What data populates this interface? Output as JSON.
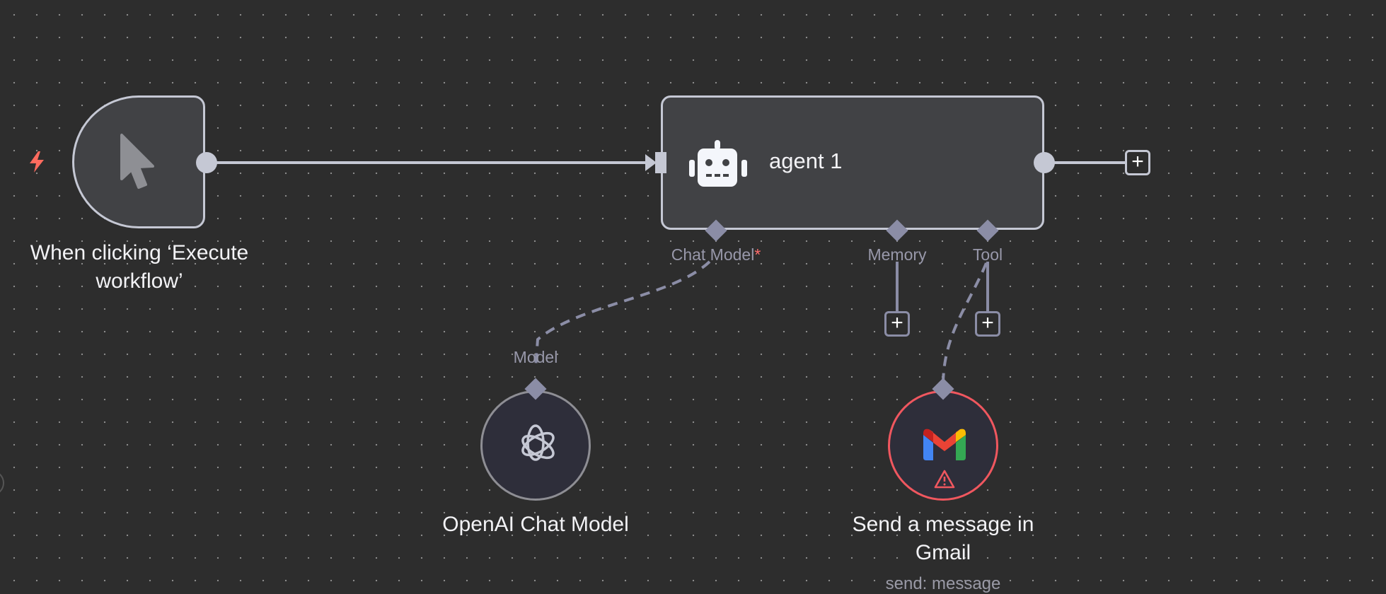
{
  "canvas": {
    "nodes": {
      "trigger": {
        "label": "When clicking ‘Execute workflow’",
        "label_line1": "When clicking ‘Execute",
        "label_line2": "workflow’",
        "icon": "cursor-icon",
        "badge_icon": "lightning-bolt-icon"
      },
      "agent": {
        "title": "agent 1",
        "icon": "robot-icon",
        "ports": {
          "chat_model": {
            "label": "Chat Model",
            "required_mark": "*"
          },
          "memory": {
            "label": "Memory"
          },
          "tool": {
            "label": "Tool"
          }
        },
        "add_output_label": "+",
        "add_memory_label": "+",
        "add_tool_label": "+"
      },
      "openai": {
        "label": "OpenAI Chat Model",
        "port_label": "Model",
        "icon": "openai-icon"
      },
      "gmail": {
        "label_line1": "Send a message in",
        "label_line2": "Gmail",
        "subtitle": "send: message",
        "icon": "gmail-icon",
        "status_icon": "warning-icon",
        "status": "error"
      }
    }
  },
  "colors": {
    "background": "#2d2d2d",
    "node_border": "#c5c8d4",
    "node_fill": "#414245",
    "port": "#8b8da6",
    "error": "#f0575f",
    "required": "#ff6b6b",
    "trigger_bolt": "#ff6b5e"
  }
}
